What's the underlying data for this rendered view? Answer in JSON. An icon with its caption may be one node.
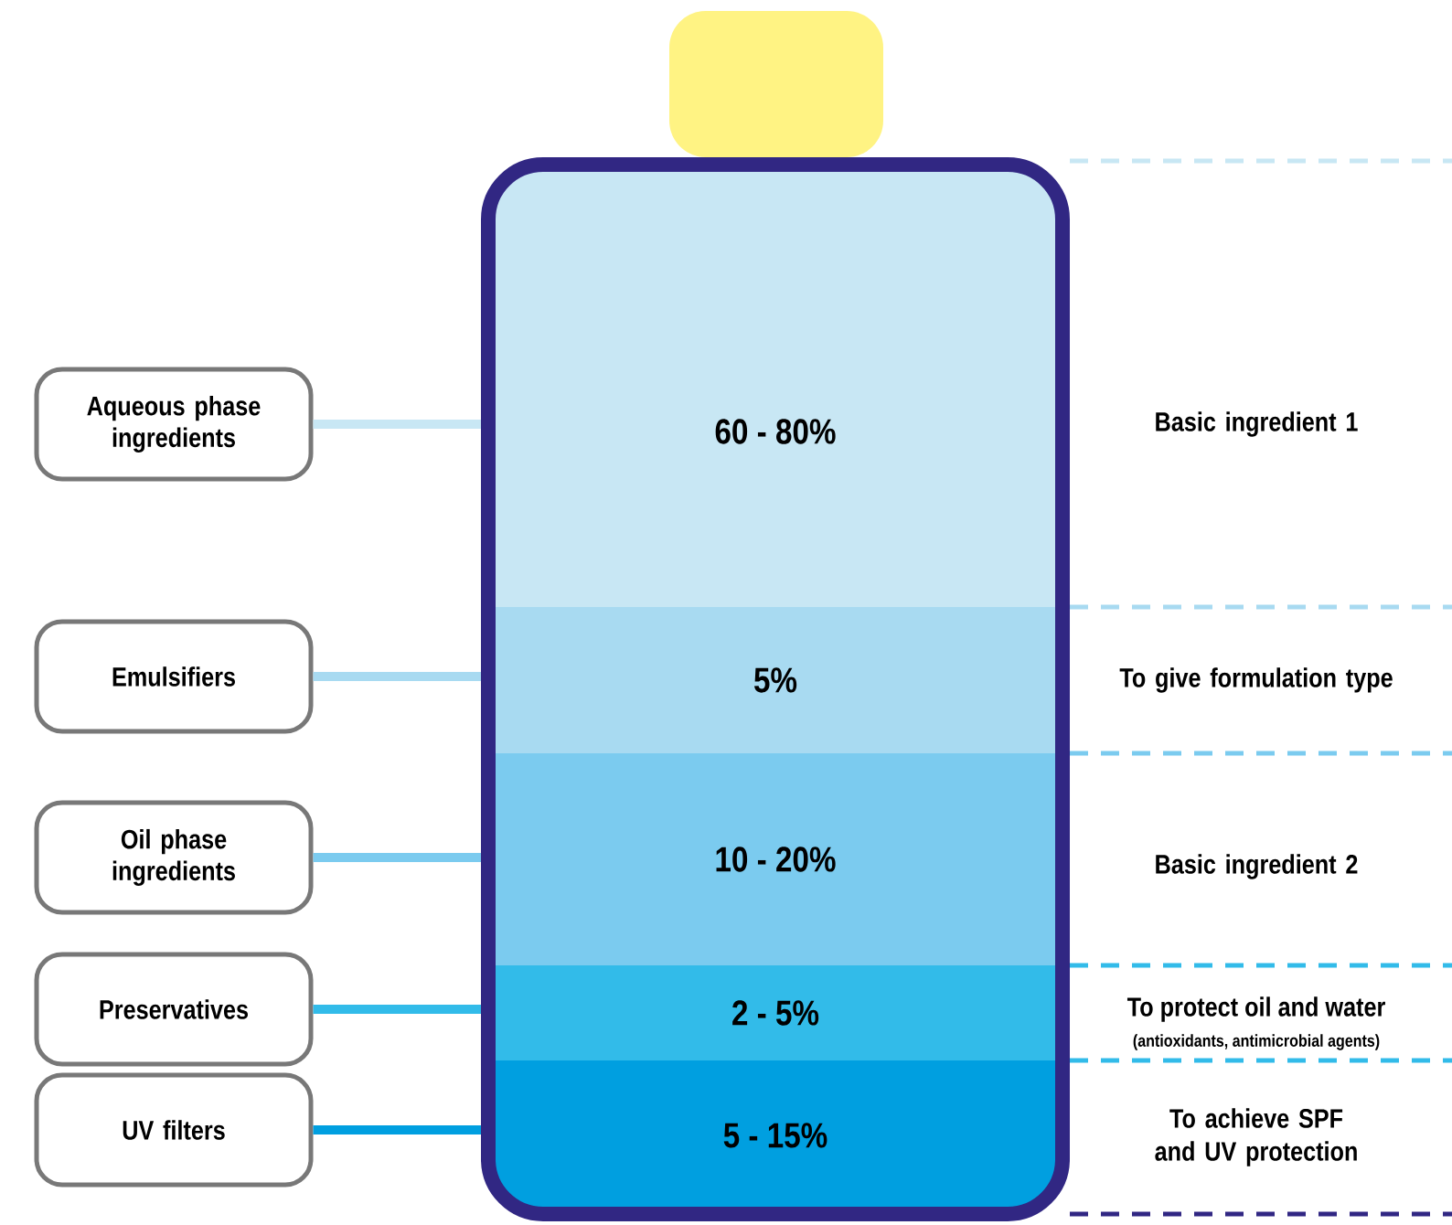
{
  "diagram": {
    "nodes": [
      {
        "text": [
          "Aqueous phase ingredients"
        ]
      },
      {
        "text": [
          "Emulsifiers"
        ]
      },
      {
        "text": [
          "Oil phase ingredients"
        ]
      },
      {
        "text": [
          "Preservatives"
        ]
      },
      {
        "text": [
          "UV filters"
        ]
      },
      {
        "text": [
          "60 - 80%"
        ],
        "beside": [
          "Basic ingredient 1"
        ]
      },
      {
        "text": [
          "5%"
        ],
        "beside": [
          "To give formulation type"
        ]
      },
      {
        "text": [
          "10 - 20%"
        ],
        "beside": [
          "Basic ingredient 2"
        ]
      },
      {
        "text": [
          "2 - 5%"
        ],
        "beside": [
          "To protect oil and water",
          "(antioxidants, antimicrobial agents)"
        ]
      },
      {
        "text": [
          "5 - 15%"
        ],
        "beside": [
          "To achieve SPF and UV protection"
        ]
      }
    ],
    "edges": [
      {
        "from": 0,
        "to": 5,
        "arrow": "none",
        "color": "#c8e7f4"
      },
      {
        "from": 1,
        "to": 6,
        "arrow": "none",
        "color": "#a8daf1"
      },
      {
        "from": 2,
        "to": 7,
        "arrow": "none",
        "color": "#7bcbef"
      },
      {
        "from": 3,
        "to": 8,
        "arrow": "none",
        "color": "#32bbe9"
      },
      {
        "from": 4,
        "to": 9,
        "arrow": "none",
        "color": "#009fe0"
      }
    ]
  }
}
